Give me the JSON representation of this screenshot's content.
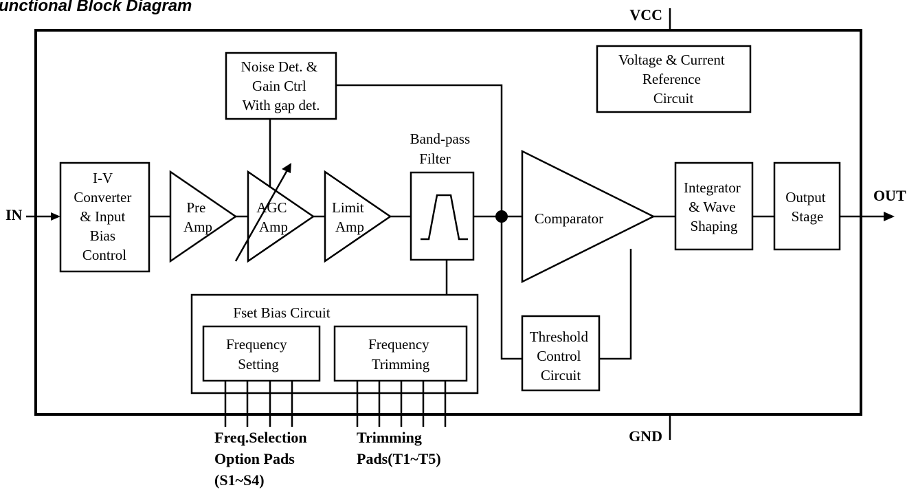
{
  "title": "unctional Block Diagram",
  "pins": {
    "vcc": "VCC",
    "gnd": "GND",
    "in": "IN",
    "out": "OUT"
  },
  "blocks": {
    "iv": [
      "I-V",
      "Converter",
      "& Input",
      "Bias",
      "Control"
    ],
    "pre_amp": [
      "Pre",
      "Amp"
    ],
    "agc_amp": [
      "AGC",
      "Amp"
    ],
    "limit_amp": [
      "Limit",
      "Amp"
    ],
    "bandpass": [
      "Band-pass",
      "Filter"
    ],
    "comparator": "Comparator",
    "integrator": [
      "Integrator",
      "& Wave",
      "Shaping"
    ],
    "output_stage": [
      "Output",
      "Stage"
    ],
    "noise_det": [
      "Noise Det. &",
      "Gain Ctrl",
      "With gap det."
    ],
    "vref": [
      "Voltage & Current",
      "Reference",
      "Circuit"
    ],
    "threshold": [
      "Threshold",
      "Control",
      "Circuit"
    ],
    "fset": "Fset Bias Circuit",
    "freq_setting": [
      "Frequency",
      "Setting"
    ],
    "freq_trimming": [
      "Frequency",
      "Trimming"
    ]
  },
  "pads": {
    "selection": [
      "Freq.Selection",
      "Option Pads",
      "(S1~S4)"
    ],
    "trimming": [
      "Trimming",
      "Pads(T1~T5)"
    ]
  }
}
